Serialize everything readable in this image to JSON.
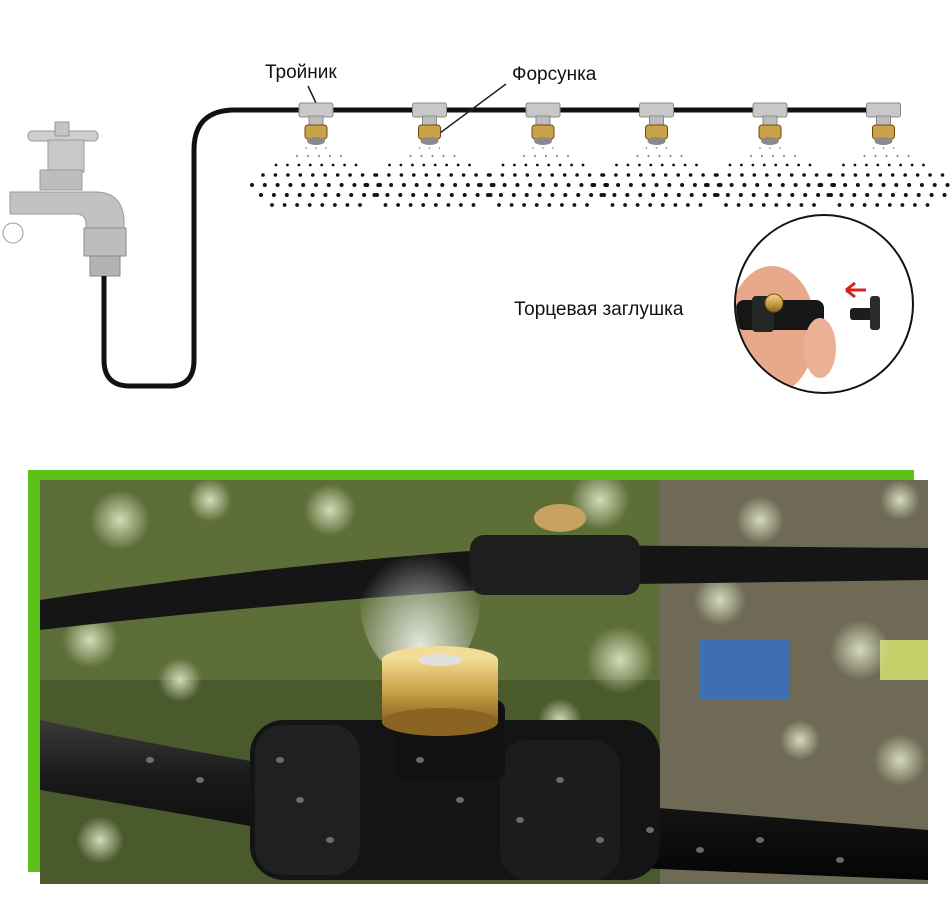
{
  "labels": {
    "tee": "Тройник",
    "nozzle": "Форсунка",
    "end_cap": "Торцевая заглушка"
  },
  "diagram": {
    "nozzle_count": 6,
    "colors": {
      "hose": "#111111",
      "brass": "#c9a24a",
      "frame_green": "#5cc21a",
      "arrow_red": "#d82020",
      "faucet": "#b9b9b9"
    },
    "icons": [
      "faucet-icon",
      "tee-icon",
      "nozzle-icon",
      "spray-icon",
      "end-cap-photo",
      "mist-nozzle-photo"
    ]
  }
}
